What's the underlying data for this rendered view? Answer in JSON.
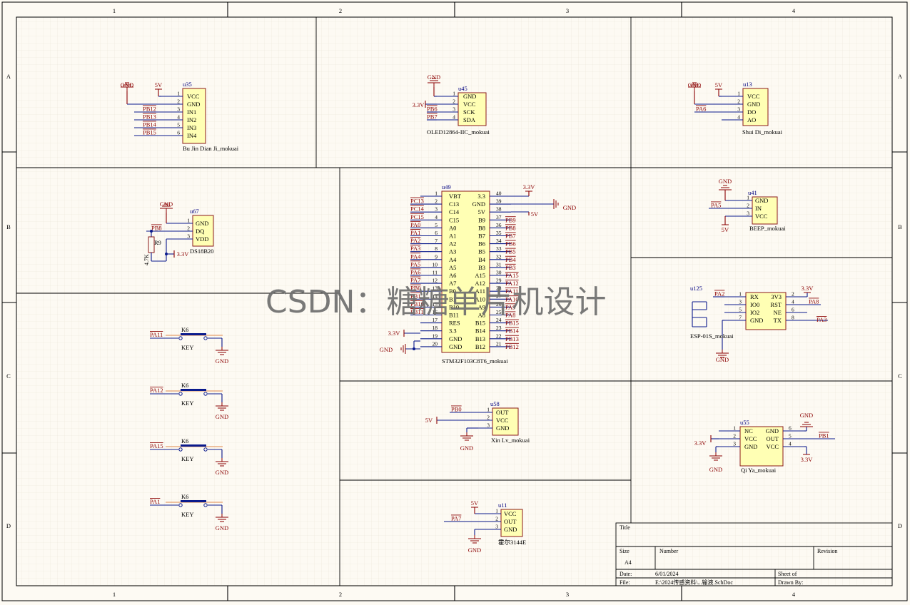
{
  "zone_labels": {
    "columns": [
      "1",
      "2",
      "3",
      "4"
    ],
    "rows": [
      "A",
      "B",
      "C",
      "D"
    ]
  },
  "watermark": "CSDN：糖糖单片机设计",
  "title_block": {
    "title_label": "Title",
    "size_label": "Size",
    "size_value": "A4",
    "number_label": "Number",
    "revision_label": "Revision",
    "date_label": "Date:",
    "date_value": "6/01/2024",
    "sheet_label": "Sheet  of",
    "file_label": "File:",
    "file_value": "E:\\2024传感资料\\...输液.SchDoc",
    "drawn_label": "Drawn By:"
  },
  "components": {
    "u35": {
      "designator": "u35",
      "name": "Bu Jin Dian Ji_mokuai",
      "pins": [
        "VCC",
        "GND",
        "IN1",
        "IN2",
        "IN3",
        "IN4"
      ],
      "pin_numbers": [
        "1",
        "2",
        "3",
        "4",
        "5",
        "6"
      ],
      "nets": [
        "PB12",
        "PB13",
        "PB14",
        "PB15"
      ],
      "power": [
        "GND",
        "5V"
      ]
    },
    "u45": {
      "designator": "u45",
      "name": "OLED12864-IIC_mokuai",
      "pins": [
        "GND",
        "VCC",
        "SCK",
        "SDA"
      ],
      "pin_numbers": [
        "1",
        "2",
        "3",
        "4"
      ],
      "nets": [
        "PB6",
        "PB7"
      ],
      "power": [
        "GND",
        "3.3V"
      ]
    },
    "u13": {
      "designator": "u13",
      "name": "Shui Di_mokuai",
      "pins": [
        "VCC",
        "GND",
        "DO",
        "AO"
      ],
      "pin_numbers": [
        "1",
        "2",
        "3",
        "4"
      ],
      "nets": [
        "PA6"
      ],
      "power": [
        "GND",
        "5V"
      ]
    },
    "u67": {
      "designator": "u67",
      "name": "DS18B20",
      "pins": [
        "GND",
        "DQ",
        "VDD"
      ],
      "pin_numbers": [
        "1",
        "2",
        "3"
      ],
      "nets": [
        "PB8"
      ],
      "power": [
        "GND",
        "3.3V"
      ],
      "resistor": {
        "ref": "R9",
        "value": "4.7K"
      }
    },
    "u49": {
      "designator": "u49",
      "name": "STM32F103C8T6_mokuai",
      "left_pins": [
        "VBT",
        "C13",
        "C14",
        "C15",
        "A0",
        "A1",
        "A2",
        "A3",
        "A4",
        "A5",
        "A6",
        "A7",
        "B0",
        "B1",
        "B10",
        "B11",
        "RES",
        "3.3",
        "GND",
        "GND"
      ],
      "left_numbers": [
        "1",
        "2",
        "3",
        "4",
        "5",
        "6",
        "7",
        "8",
        "9",
        "10",
        "11",
        "12",
        "13",
        "14",
        "15",
        "16",
        "17",
        "18",
        "19",
        "20"
      ],
      "left_nets": [
        "",
        "PC13",
        "PC14",
        "PC15",
        "PA0",
        "PA1",
        "PA2",
        "PA3",
        "PA4",
        "PA5",
        "PA6",
        "PA7",
        "PB0",
        "PB1",
        "PB10",
        "PB11",
        "",
        "3.3V",
        "",
        "GND"
      ],
      "right_pins": [
        "3.3",
        "GND",
        "5V",
        "B9",
        "B8",
        "B7",
        "B6",
        "B5",
        "B4",
        "B3",
        "A15",
        "A12",
        "A11",
        "A10",
        "A9",
        "A8",
        "B15",
        "B14",
        "B13",
        "B12"
      ],
      "right_numbers": [
        "40",
        "39",
        "38",
        "37",
        "36",
        "35",
        "34",
        "33",
        "32",
        "31",
        "30",
        "29",
        "28",
        "27",
        "26",
        "25",
        "24",
        "23",
        "22",
        "21"
      ],
      "right_nets": [
        "3.3V",
        "GND",
        "5V",
        "PB9",
        "PB8",
        "PB7",
        "PB6",
        "PB5",
        "PB4",
        "PB3",
        "PA15",
        "PA12",
        "PA11",
        "PA10",
        "PA9",
        "PA8",
        "PB15",
        "PB14",
        "PB13",
        "PB12"
      ]
    },
    "u41": {
      "designator": "u41",
      "name": "BEEP_mokuai",
      "pins": [
        "GND",
        "IN",
        "VCC"
      ],
      "pin_numbers": [
        "1",
        "2",
        "3"
      ],
      "nets": [
        "PA5"
      ],
      "power": [
        "GND",
        "5V"
      ]
    },
    "u125": {
      "designator": "u125",
      "name": "ESP-01S_mokuai",
      "left_pins": [
        "RX",
        "IO0",
        "IO2",
        "GND"
      ],
      "left_numbers": [
        "1",
        "3",
        "5",
        "7"
      ],
      "right_pins": [
        "3V3",
        "RST",
        "NE",
        "TX"
      ],
      "right_numbers": [
        "2",
        "4",
        "6",
        "8"
      ],
      "nets": [
        "PA2",
        "PA8",
        "PA3"
      ],
      "power": [
        "3.3V",
        "GND"
      ]
    },
    "u58": {
      "designator": "u58",
      "name": "Xin Lv_mokuai",
      "pins": [
        "OUT",
        "VCC",
        "GND"
      ],
      "pin_numbers": [
        "1",
        "2",
        "3"
      ],
      "nets": [
        "PB0"
      ],
      "power": [
        "5V",
        "GND"
      ]
    },
    "u55": {
      "designator": "u55",
      "name": "Qi Ya_mokuai",
      "left_pins": [
        "NC",
        "VCC",
        "GND"
      ],
      "left_numbers": [
        "1",
        "2",
        "3"
      ],
      "right_pins": [
        "GND",
        "OUT",
        "VCC"
      ],
      "right_numbers": [
        "6",
        "5",
        "4"
      ],
      "nets": [
        "PB1"
      ],
      "power": [
        "GND",
        "3.3V"
      ]
    },
    "u11": {
      "designator": "u11",
      "name": "霍尔3144E",
      "pins": [
        "VCC",
        "OUT",
        "GND"
      ],
      "pin_numbers": [
        "1",
        "2",
        "3"
      ],
      "nets": [
        "PA7"
      ],
      "power": [
        "5V",
        "GND"
      ]
    },
    "keys": [
      {
        "ref": "K6",
        "name": "KEY",
        "net": "PA11",
        "power": "GND"
      },
      {
        "ref": "K6",
        "name": "KEY",
        "net": "PA12",
        "power": "GND"
      },
      {
        "ref": "K6",
        "name": "KEY",
        "net": "PA15",
        "power": "GND"
      },
      {
        "ref": "K6",
        "name": "KEY",
        "net": "PA1",
        "power": "GND"
      }
    ]
  },
  "colors": {
    "paper": "#fdfaf3",
    "grid": "#e8e2d6",
    "frame": "#000000",
    "body_fill": "#ffffb4",
    "body_stroke": "#8b1a1a",
    "wire": "#0a1a8c",
    "power": "#8b0000",
    "text": "#000000",
    "designator": "#000080",
    "key_line": "#e0884a",
    "watermark": "#6e6e6e"
  }
}
